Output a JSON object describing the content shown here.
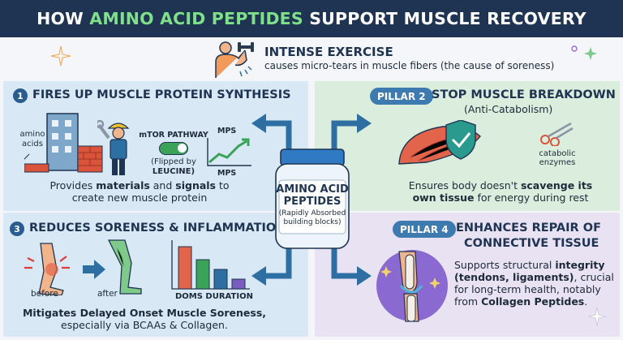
{
  "header": {
    "title_part1": "HOW ",
    "title_highlight": "AMINO ACID PEPTIDES",
    "title_part2": " SUPPORT MUSCLE RECOVERY"
  },
  "exercise": {
    "title": "INTENSE EXERCISE",
    "subtitle": "causes micro-tears in muscle fibers (the cause of soreness)"
  },
  "center": {
    "title_line1": "AMINO ACID",
    "title_line2": "PEPTIDES",
    "sub_line1": "(Rapidly Absorbed",
    "sub_line2": "building blocks)"
  },
  "pillar1": {
    "number": "1",
    "title": "FIRES UP MUSCLE PROTEIN SYNTHESIS",
    "amino_label_1": "amino",
    "amino_label_2": "acids",
    "mtor_label": "mTOR PATHWAY",
    "flipped_1": "(Flipped by",
    "flipped_2": "LEUCINE)",
    "mps_top": "MPS",
    "mps_bottom": "MPS",
    "desc_a": "Provides ",
    "desc_b": "materials",
    "desc_c": " and ",
    "desc_d": "signals",
    "desc_e": " to",
    "desc_line2": "create new muscle protein"
  },
  "pillar2": {
    "badge": "PILLAR 2",
    "title": "STOP MUSCLE BREAKDOWN",
    "subtitle": "(Anti-Catabolism)",
    "enzymes_1": "catabolic",
    "enzymes_2": "enzymes",
    "desc_a": "Ensures body doesn't ",
    "desc_b": "scavenge its",
    "desc_c": "own tissue",
    "desc_d": " for energy during rest"
  },
  "pillar3": {
    "number": "3",
    "title": "REDUCES SORENESS & INFLAMMATION",
    "before": "before",
    "after": "after",
    "doms": "DOMS DURATION",
    "desc_line1": "Mitigates Delayed Onset Muscle Soreness,",
    "desc_line2": "especially via BCAAs & Collagen."
  },
  "pillar4": {
    "badge": "PILLAR 4",
    "title_line1": "ENHANCES REPAIR OF",
    "title_line2": "CONNECTIVE TISSUE",
    "desc_a": "Supports structural ",
    "desc_b": "integrity",
    "desc_c": "(tendons, ligaments)",
    "desc_d": ", crucial",
    "desc_e": "for long-term health, notably",
    "desc_f": "from ",
    "desc_g": "Collagen Peptides",
    "desc_h": "."
  },
  "colors": {
    "navy": "#1f3452",
    "green_accent": "#7fe08a",
    "arrow_blue": "#2d6fa3",
    "panel_blue": "#d8e9f5",
    "panel_green": "#dbeedd",
    "panel_purple": "#e8e2f3"
  }
}
